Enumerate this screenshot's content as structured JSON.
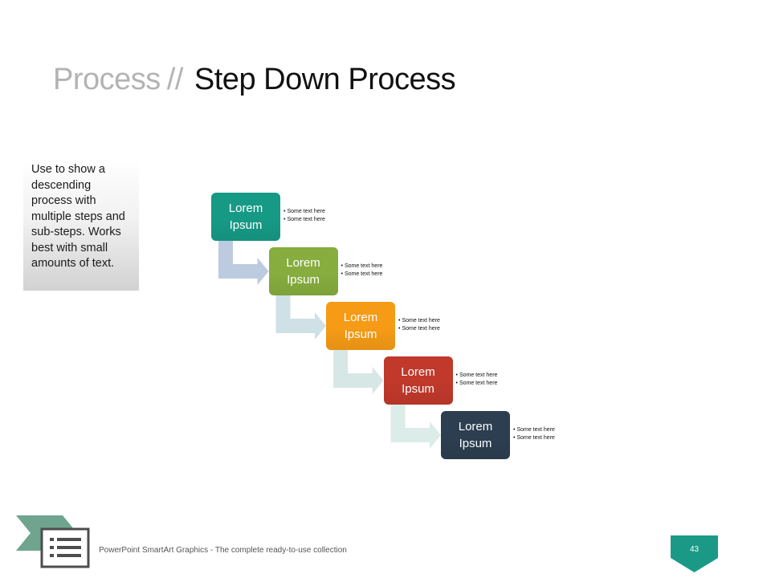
{
  "title": {
    "prefix": "Process",
    "separator": "//",
    "main": "Step Down Process"
  },
  "description": "Use to show a descending process with multiple steps and sub-steps. Works best with small amounts of text.",
  "steps": [
    {
      "label": "Lorem Ipsum",
      "color": "#169a86",
      "bullets": [
        "Some text here",
        "Some text here"
      ]
    },
    {
      "label": "Lorem Ipsum",
      "color": "#86ad3e",
      "bullets": [
        "Some text here",
        "Some text here"
      ]
    },
    {
      "label": "Lorem Ipsum",
      "color": "#f59b16",
      "bullets": [
        "Some text here",
        "Some text here"
      ]
    },
    {
      "label": "Lorem Ipsum",
      "color": "#c0392b",
      "bullets": [
        "Some text here",
        "Some text here"
      ]
    },
    {
      "label": "Lorem Ipsum",
      "color": "#2c3e50",
      "bullets": [
        "Some text here",
        "Some text here"
      ]
    }
  ],
  "connector_colors": [
    "#bccbe0",
    "#cfe0e6",
    "#d7e7e6",
    "#dbece9"
  ],
  "footer": {
    "text": "PowerPoint SmartArt Graphics - The complete ready-to-use collection",
    "page_number": "43"
  },
  "colors": {
    "accent": "#1a9a86",
    "logo": "#6fa48f"
  },
  "icons": {
    "logo": "list-icon"
  }
}
